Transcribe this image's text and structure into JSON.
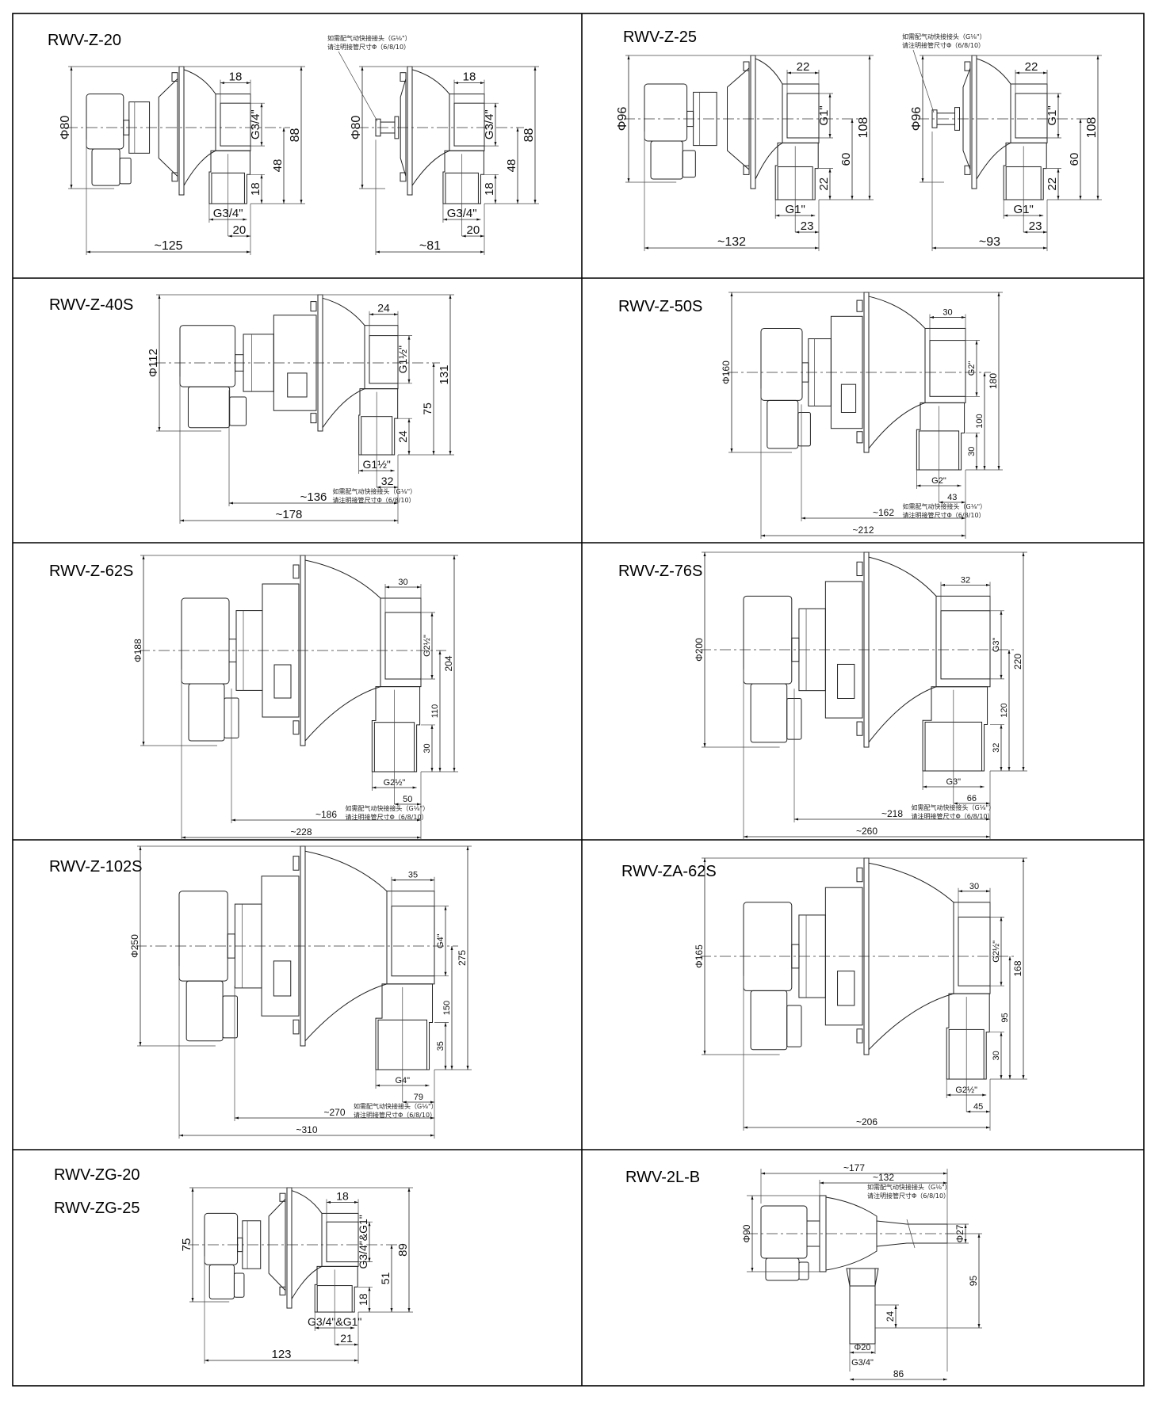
{
  "note": {
    "line1": "如需配气动快接接头（G⅛\"）",
    "line2": "请注明接管尺寸Φ（6/8/10）"
  },
  "panels": [
    {
      "title": "RWV-Z-20",
      "views": [
        {
          "dims": {
            "phi": "Φ80",
            "top": "18",
            "outlet": "G3/4\"",
            "h1": "48",
            "h2": "88",
            "inlet_h": "18",
            "inlet": "G3/4\"",
            "offset": "20",
            "w2": "~125"
          }
        },
        {
          "dims": {
            "phi": "Φ80",
            "top": "18",
            "outlet": "G3/4\"",
            "h1": "48",
            "h2": "88",
            "inlet_h": "18",
            "inlet": "G3/4\"",
            "offset": "20",
            "w2": "~81"
          }
        }
      ]
    },
    {
      "title": "RWV-Z-25",
      "views": [
        {
          "dims": {
            "phi": "Φ96",
            "top": "22",
            "outlet": "G1\"",
            "h1": "60",
            "h2": "108",
            "inlet_h": "22",
            "inlet": "G1\"",
            "offset": "23",
            "w2": "~132"
          }
        },
        {
          "dims": {
            "phi": "Φ96",
            "top": "22",
            "outlet": "G1\"",
            "h1": "60",
            "h2": "108",
            "inlet_h": "22",
            "inlet": "G1\"",
            "offset": "23",
            "w2": "~93"
          }
        }
      ]
    },
    {
      "title": "RWV-Z-40S",
      "views": [
        {
          "dims": {
            "phi": "Φ112",
            "top": "24",
            "outlet": "G1½\"",
            "h1": "75",
            "h2": "131",
            "inlet_h": "24",
            "inlet": "G1½\"",
            "offset": "32",
            "w1": "~136",
            "w2": "~178"
          }
        }
      ]
    },
    {
      "title": "RWV-Z-50S",
      "views": [
        {
          "dims": {
            "phi": "Φ160",
            "top": "30",
            "outlet": "G2\"",
            "h1": "100",
            "h2": "180",
            "inlet_h": "30",
            "inlet": "G2\"",
            "offset": "43",
            "w1": "~162",
            "w2": "~212"
          }
        }
      ]
    },
    {
      "title": "RWV-Z-62S",
      "views": [
        {
          "dims": {
            "phi": "Φ188",
            "top": "30",
            "outlet": "G2½\"",
            "h1": "110",
            "h2": "204",
            "inlet_h": "30",
            "inlet": "G2½\"",
            "offset": "50",
            "w1": "~186",
            "w2": "~228"
          }
        }
      ]
    },
    {
      "title": "RWV-Z-76S",
      "views": [
        {
          "dims": {
            "phi": "Φ200",
            "top": "32",
            "outlet": "G3\"",
            "h1": "120",
            "h2": "220",
            "inlet_h": "32",
            "inlet": "G3\"",
            "offset": "66",
            "w1": "~218",
            "w2": "~260"
          }
        }
      ]
    },
    {
      "title": "RWV-Z-102S",
      "views": [
        {
          "dims": {
            "phi": "Φ250",
            "top": "35",
            "outlet": "G4\"",
            "h1": "150",
            "h2": "275",
            "inlet_h": "35",
            "inlet": "G4\"",
            "offset": "79",
            "w1": "~270",
            "w2": "~310"
          }
        }
      ]
    },
    {
      "title": "RWV-ZA-62S",
      "views": [
        {
          "dims": {
            "phi": "Φ165",
            "top": "30",
            "outlet": "G2½\"",
            "h1": "95",
            "h2": "168",
            "inlet_h": "30",
            "inlet": "G2½\"",
            "offset": "45",
            "w2": "~206"
          }
        }
      ]
    },
    {
      "title": "RWV-ZG-20",
      "title2": "RWV-ZG-25",
      "views": [
        {
          "dims": {
            "phi": "75",
            "top": "18",
            "outlet": "G3/4\"&G1\"",
            "h1": "51",
            "h2": "89",
            "inlet_h": "18",
            "inlet": "G3/4\"&G1\"",
            "offset": "21",
            "w2": "123"
          }
        }
      ]
    },
    {
      "title": "RWV-2L-B",
      "dims": {
        "w_overall": "~177",
        "w_body": "~132",
        "phi": "Φ90",
        "outlet": "Φ27",
        "h": "95",
        "inlet_h": "24",
        "inlet_dia": "Φ20",
        "inlet": "G3/4\"",
        "offset": "86"
      }
    }
  ]
}
